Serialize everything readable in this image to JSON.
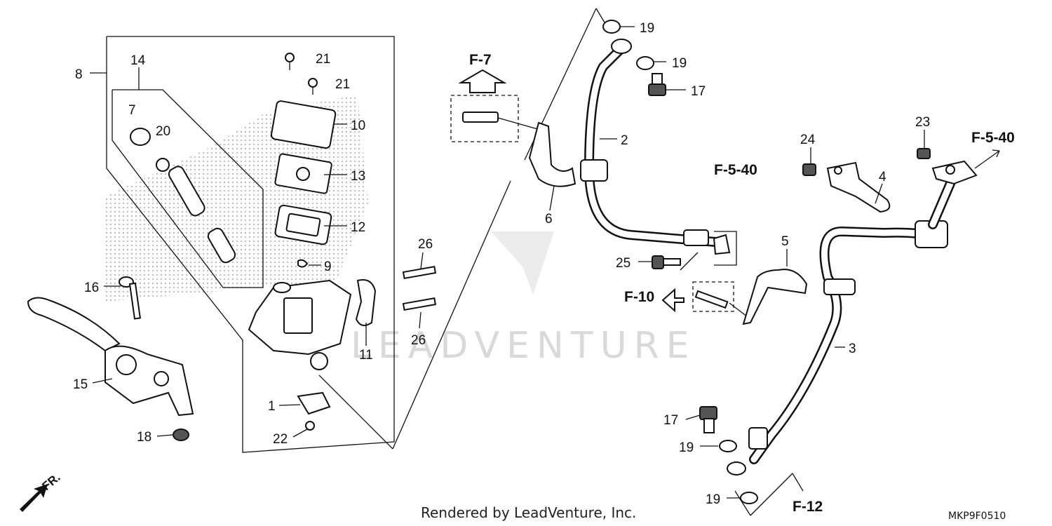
{
  "diagram": {
    "callouts": {
      "p1": "1",
      "p2": "2",
      "p3": "3",
      "p4": "4",
      "p5": "5",
      "p6": "6",
      "p7": "7",
      "p8": "8",
      "p9": "9",
      "p10": "10",
      "p11": "11",
      "p12": "12",
      "p13": "13",
      "p14": "14",
      "p15": "15",
      "p16": "16",
      "p17a": "17",
      "p17b": "17",
      "p18": "18",
      "p19a": "19",
      "p19b": "19",
      "p19c": "19",
      "p19d": "19",
      "p20": "20",
      "p21a": "21",
      "p21b": "21",
      "p22": "22",
      "p23": "23",
      "p24": "24",
      "p25": "25",
      "p26a": "26",
      "p26b": "26"
    },
    "refs": {
      "f7": "F-7",
      "f540a": "F-5-40",
      "f540b": "F-5-40",
      "f10": "F-10",
      "f12": "F-12"
    },
    "direction_label": "FR.",
    "watermark": "LEADVENTURE",
    "footer_text": "Rendered by LeadVenture, Inc.",
    "diagram_code": "MKP9F0510"
  }
}
